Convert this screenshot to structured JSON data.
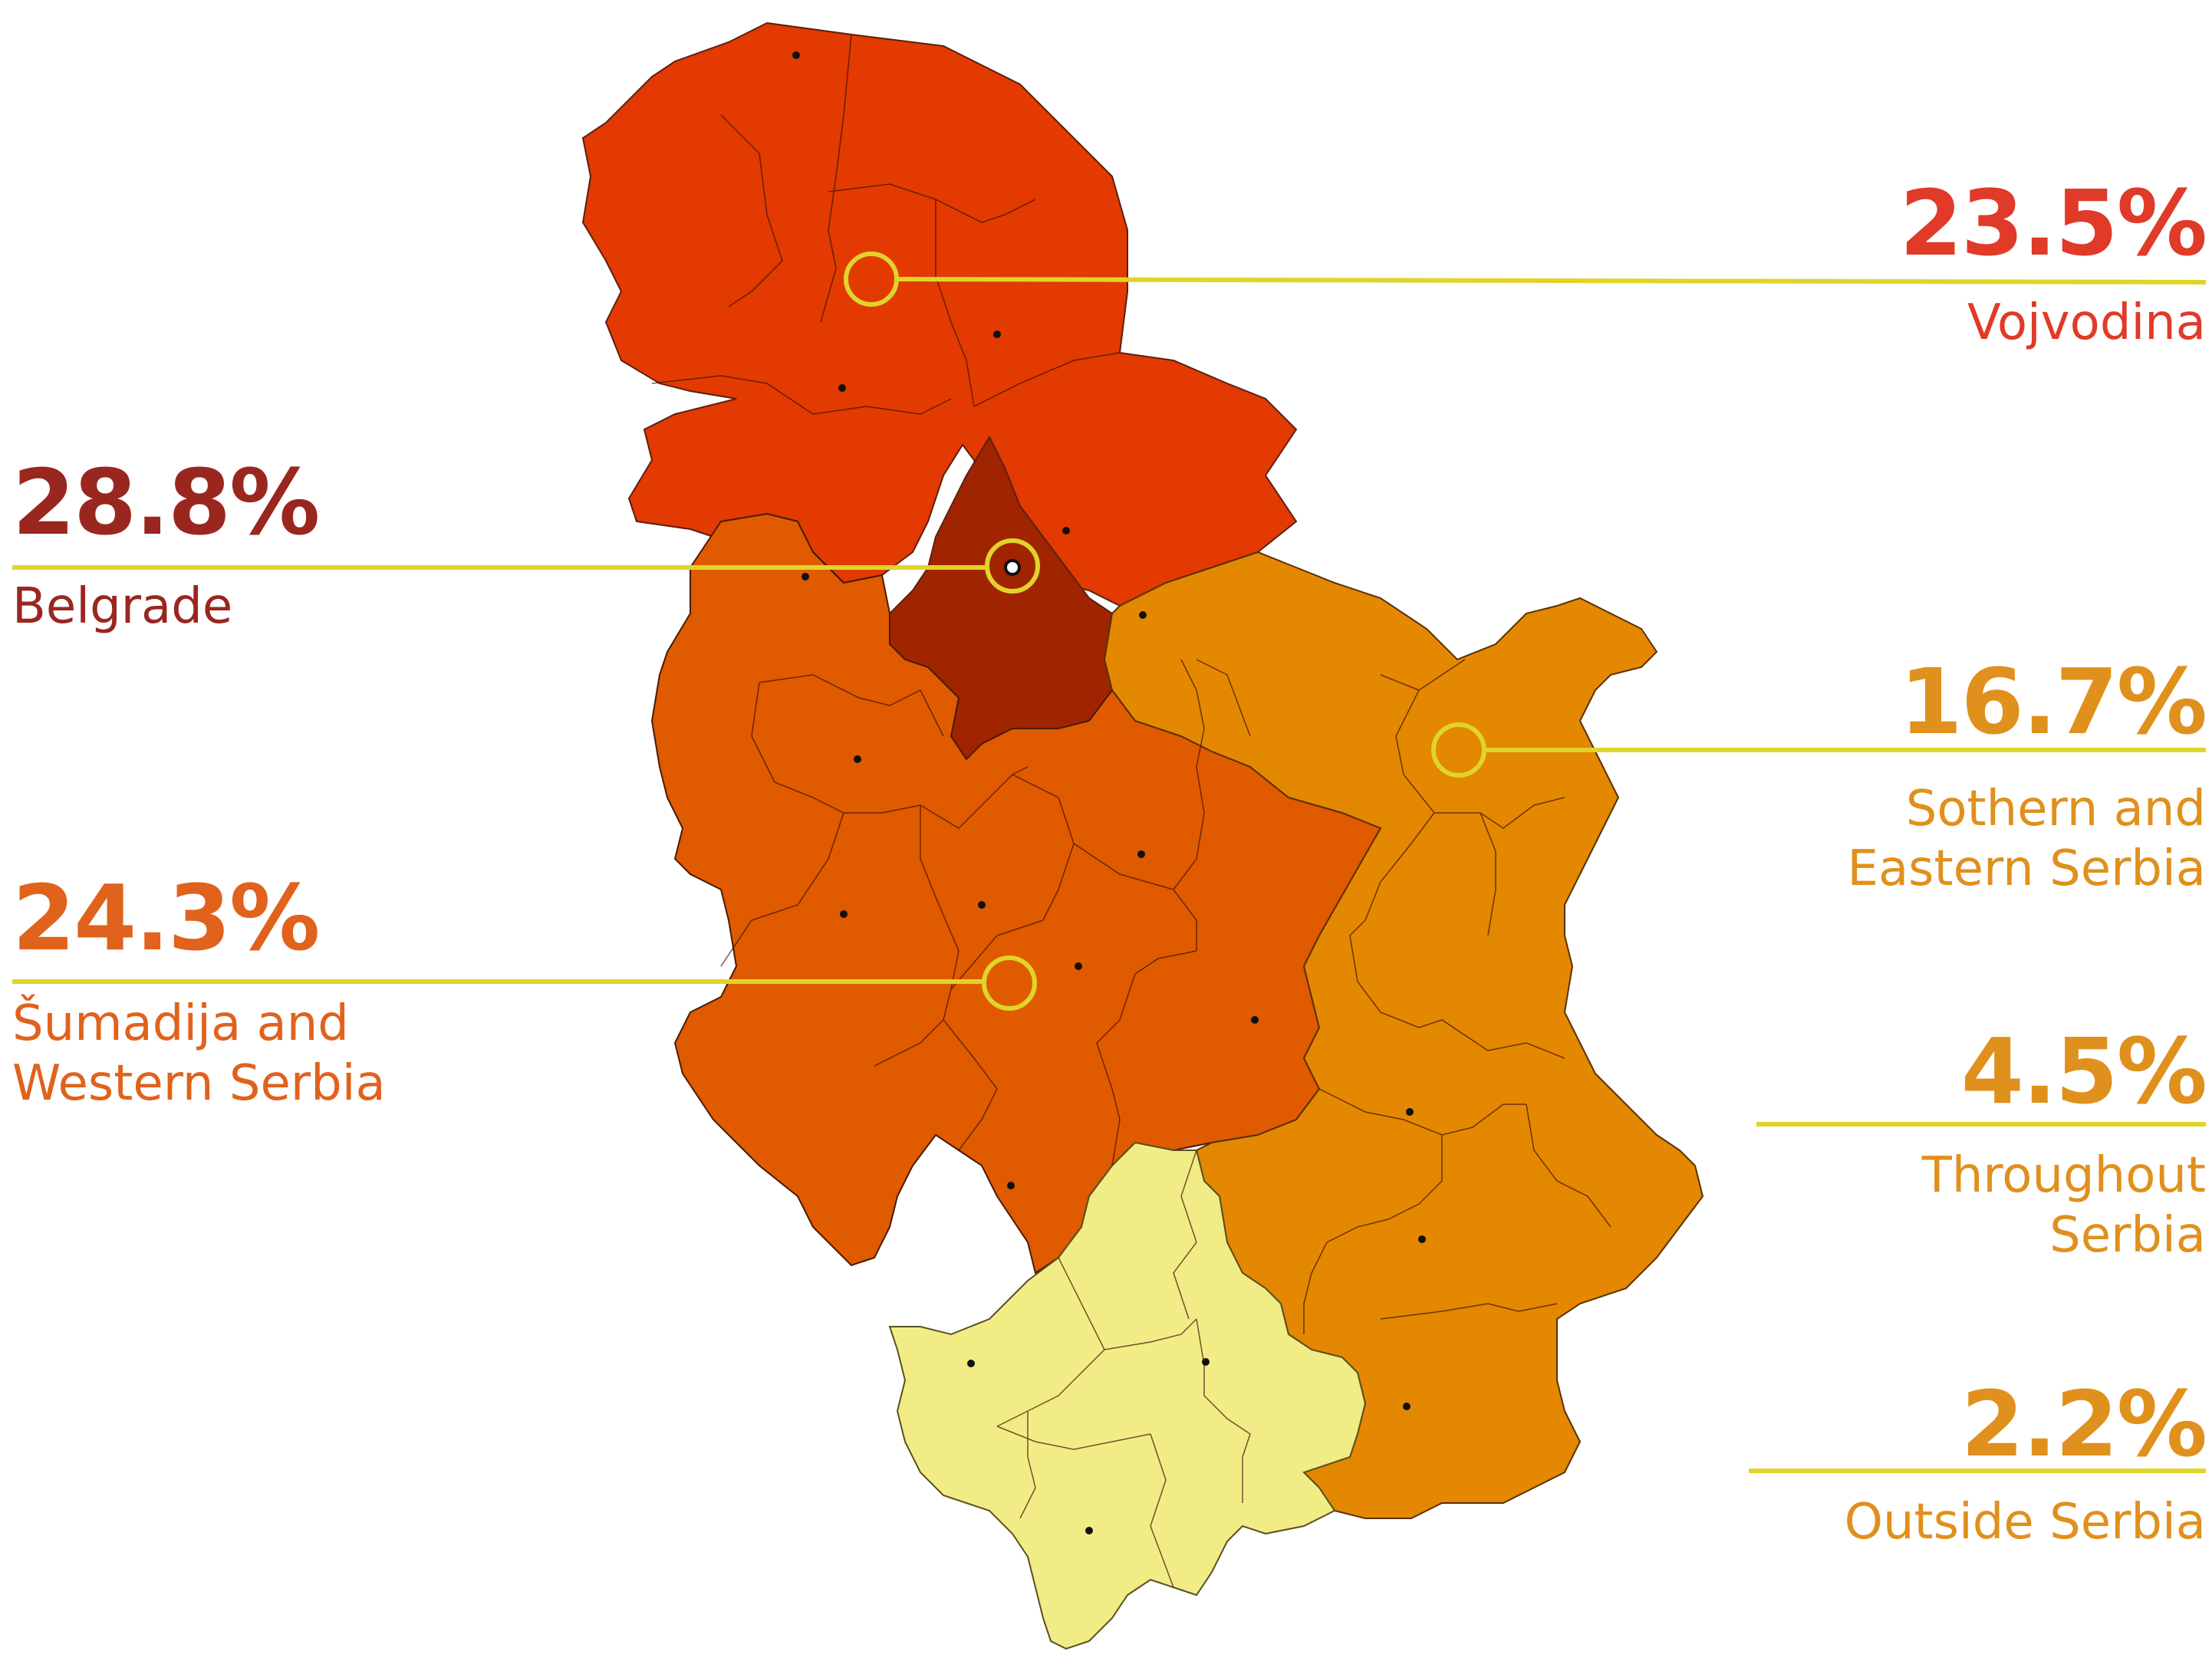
{
  "colors": {
    "vojvodina": "#e23a00",
    "belgrade": "#a12400",
    "sumadija": "#e05a00",
    "southern_eastern": "#e38800",
    "kosovo": "#f2ec86",
    "leader_line": "#e0d42a",
    "text_vojvodina": "#e03a28",
    "text_belgrade": "#9a2620",
    "text_sumadija": "#e0621c",
    "text_orange": "#e0901c"
  },
  "regions": [
    {
      "id": "vojvodina",
      "percent": "23.5%",
      "name": "Vojvodina",
      "value": 23.5
    },
    {
      "id": "belgrade",
      "percent": "28.8%",
      "name": "Belgrade",
      "value": 28.8
    },
    {
      "id": "southern_eastern",
      "percent": "16.7%",
      "name": "Sothern and\nEastern  Serbia",
      "value": 16.7
    },
    {
      "id": "sumadija",
      "percent": "24.3%",
      "name": "Šumadija and\nWestern Serbia",
      "value": 24.3
    },
    {
      "id": "throughout",
      "percent": "4.5%",
      "name": "Throughout\nSerbia",
      "value": 4.5
    },
    {
      "id": "outside",
      "percent": "2.2%",
      "name": "Outside Serbia",
      "value": 2.2
    }
  ]
}
